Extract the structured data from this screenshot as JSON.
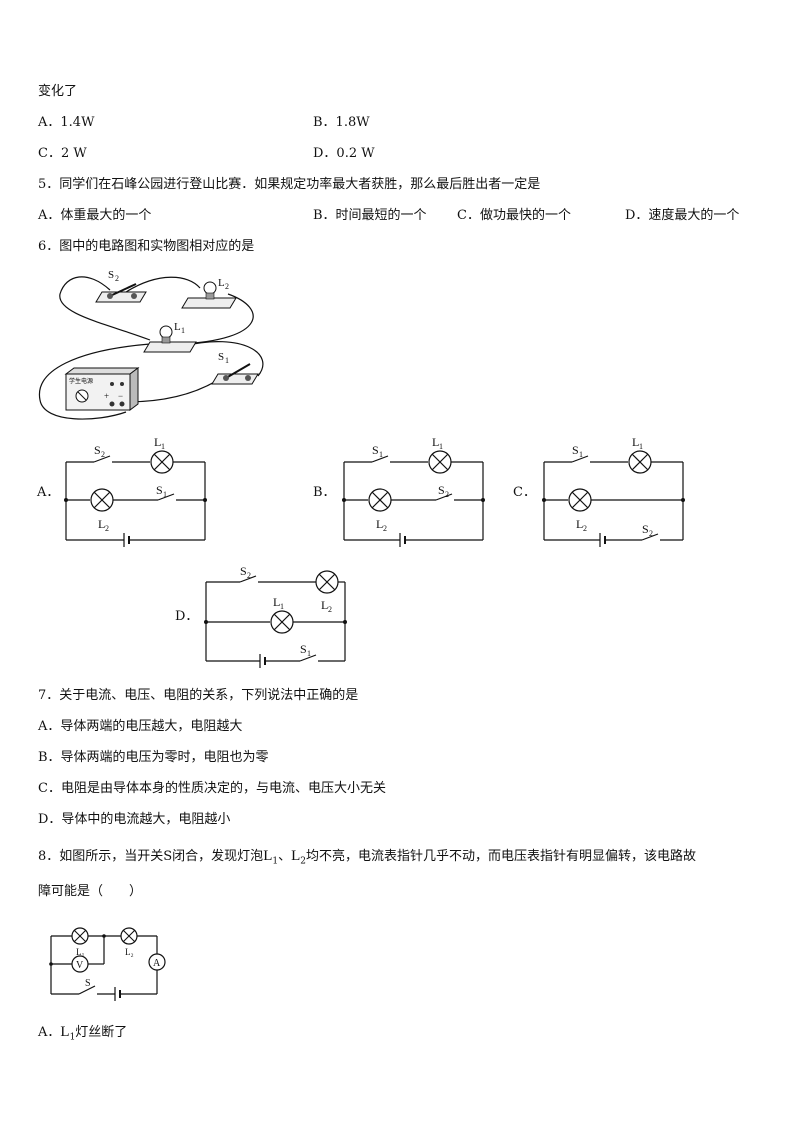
{
  "q4": {
    "continuation": "变化了",
    "options": {
      "a": "A．1.4W",
      "b": "B．1.8W",
      "c": "C．2 W",
      "d": "D．0.2 W"
    }
  },
  "q5": {
    "stem": "5．同学们在石峰公园进行登山比赛．如果规定功率最大者获胜，那么最后胜出者一定是",
    "options": {
      "a": "A．体重最大的一个",
      "b": "B．时间最短的一个",
      "c": "C．做功最快的一个",
      "d": "D．速度最大的一个"
    }
  },
  "q6": {
    "stem": "6．图中的电路图和实物图相对应的是",
    "photo": {
      "s2": "S",
      "s2_sub": "2",
      "l2": "L",
      "l2_sub": "2",
      "l1": "L",
      "l1_sub": "1",
      "s1": "S",
      "s1_sub": "1",
      "power_label": "学生电源",
      "plus": "+",
      "minus": "−"
    },
    "options": {
      "a": "A．",
      "b": "B．",
      "c": "C．",
      "d": "D．"
    },
    "circuit_a": {
      "s2": "S",
      "s2_sub": "2",
      "l1": "L",
      "l1_sub": "1",
      "s1": "S",
      "s1_sub": "1",
      "l2": "L",
      "l2_sub": "2"
    },
    "circuit_b": {
      "s1": "S",
      "s1_sub": "1",
      "l1": "L",
      "l1_sub": "1",
      "s2": "S",
      "s2_sub": "2",
      "l2": "L",
      "l2_sub": "2"
    },
    "circuit_c": {
      "s1": "S",
      "s1_sub": "1",
      "l1": "L",
      "l1_sub": "1",
      "l2": "L",
      "l2_sub": "2",
      "s2": "S",
      "s2_sub": "2"
    },
    "circuit_d": {
      "s2": "S",
      "s2_sub": "2",
      "l2": "L",
      "l2_sub": "2",
      "l1": "L",
      "l1_sub": "1",
      "s1": "S",
      "s1_sub": "1"
    }
  },
  "q7": {
    "stem": "7．关于电流、电压、电阻的关系，下列说法中正确的是",
    "options": {
      "a": "A．导体两端的电压越大，电阻越大",
      "b": "B．导体两端的电压为零时，电阻也为零",
      "c": "C．电阻是由导体本身的性质决定的，与电流、电压大小无关",
      "d": "D．导体中的电流越大，电阻越小"
    }
  },
  "q8": {
    "stem_pre": "8．如图所示，当开关S闭合，发现灯泡",
    "l": "L",
    "sub1": "1",
    "sep": "、",
    "sub2": "2",
    "stem_post": "均不亮，电流表指针几乎不动，而电压表指针有明显偏转，该电路故",
    "stem_line2": "障可能是（　　）",
    "figure": {
      "l1": "L₁",
      "l2": "L₂",
      "v": "V",
      "a": "A",
      "s": "S"
    },
    "option_a_pre": "A．",
    "option_a_l": "L",
    "option_a_sub": "1",
    "option_a_post": "灯丝断了"
  }
}
